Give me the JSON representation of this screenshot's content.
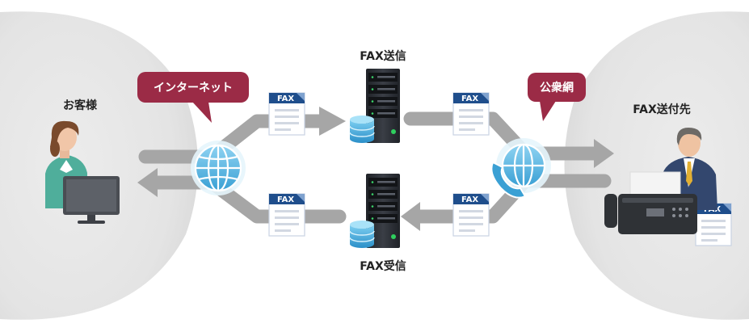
{
  "labels": {
    "customer": "お客様",
    "fax_send": "FAX送信",
    "fax_receive": "FAX受信",
    "fax_destination": "FAX送付先"
  },
  "callouts": {
    "internet": "インターネット",
    "public_network": "公衆網"
  },
  "fax_doc_label": "FAX",
  "colors": {
    "callout": "#9b2b46",
    "arrow": "#a6a6a6",
    "globe": "#5fb7e0",
    "doc_tab": "#1f4e8c",
    "side_bg": "#e8e8e8",
    "server": "#2a2d33"
  }
}
